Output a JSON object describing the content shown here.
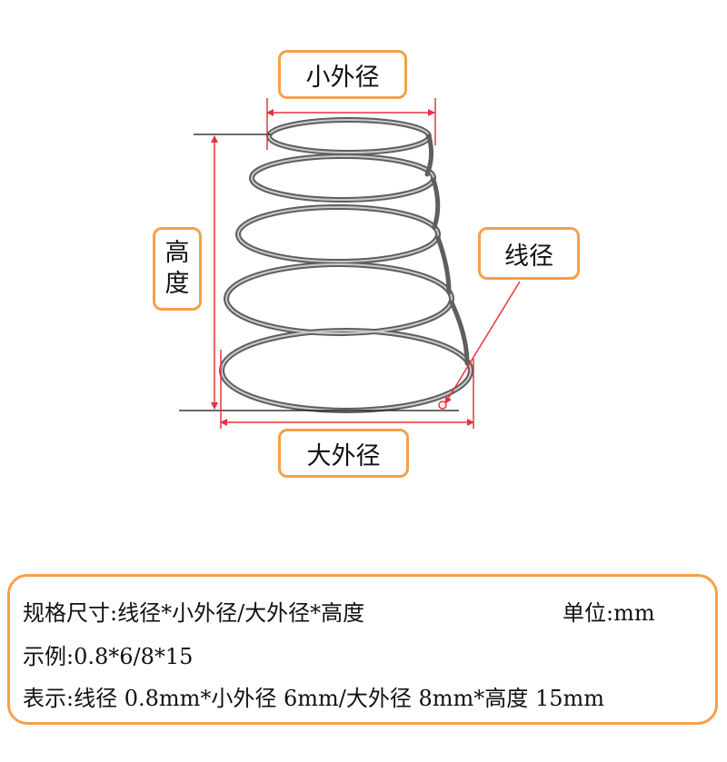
{
  "labels": {
    "small_outer_diameter": "小外径",
    "wire_diameter": "线径",
    "large_outer_diameter": "大外径",
    "height_top": "高",
    "height_bottom": "度"
  },
  "spec": {
    "line1": "规格尺寸:线径*小外径/大外径*高度",
    "unit": "单位:mm",
    "line2": "示例:0.8*6/8*15",
    "line3": "表示:线径 0.8mm*小外径 6mm/大外径 8mm*高度 15mm"
  },
  "colors": {
    "accent_border": "#f5a04a",
    "dimension_line": "#e8323c",
    "spring_metal": "#8a8a8a"
  }
}
